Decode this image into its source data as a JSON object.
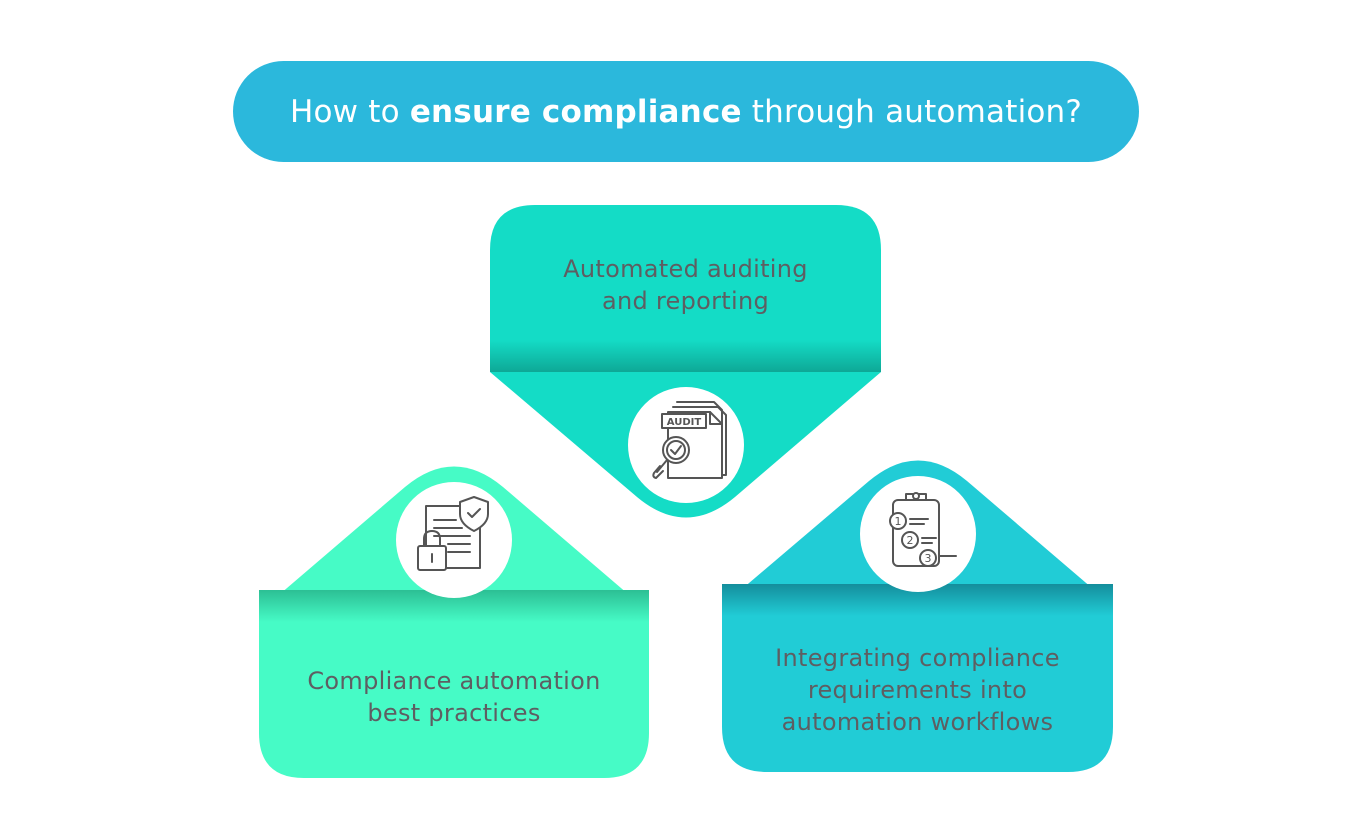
{
  "title": {
    "prefix": "How to ",
    "bold": "ensure compliance",
    "suffix": " through automation?",
    "color": "#2bb8dc"
  },
  "items": [
    {
      "lines": [
        "Automated auditing",
        "and reporting"
      ],
      "icon": "audit-document-icon",
      "icon_text": "AUDIT",
      "color": "#14dcc6"
    },
    {
      "lines": [
        "Compliance automation",
        "best practices"
      ],
      "icon": "secure-document-lock-icon",
      "color": "#46fbc6"
    },
    {
      "lines": [
        "Integrating compliance",
        "requirements into",
        "automation workflows"
      ],
      "icon": "numbered-checklist-clipboard-icon",
      "icon_text": [
        "1",
        "2",
        "3"
      ],
      "color": "#21ccd6"
    }
  ],
  "text_color": "#5e5e62"
}
